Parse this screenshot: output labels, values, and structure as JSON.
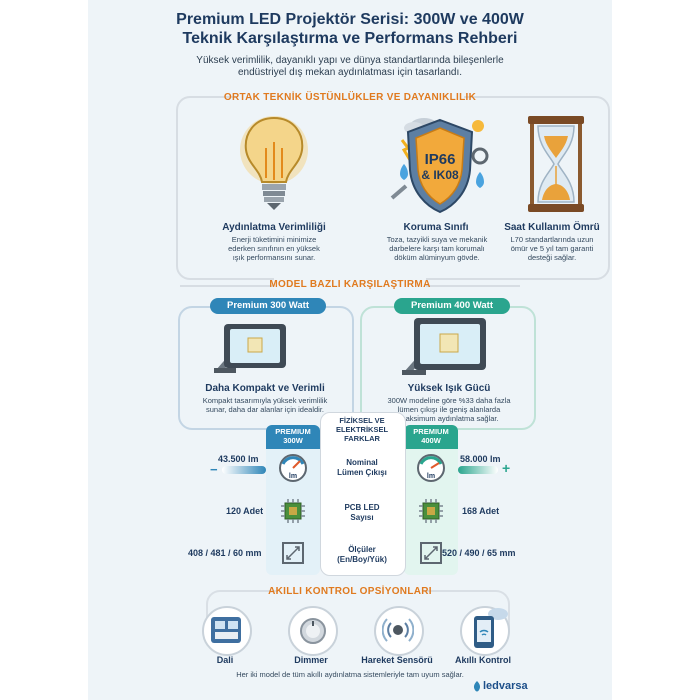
{
  "header": {
    "title_line1": "Premium LED Projektör Serisi: 300W ve 400W",
    "title_line2": "Teknik Karşılaştırma ve Performans Rehberi",
    "subtitle_line1": "Yüksek verimlilik, dayanıklı yapı ve dünya standartlarında bileşenlerle",
    "subtitle_line2": "endüstriyel dış mekan aydınlatması için tasarlandı."
  },
  "common": {
    "heading": "ORTAK TEKNİK ÜSTÜNLÜKLER VE DAYANIKLILIK",
    "shield_line1": "IP66",
    "shield_line2": "& IK08",
    "features": [
      {
        "title": "Aydınlatma Verimliliği",
        "desc1": "Enerji tüketimini minimize",
        "desc2": "ederken sınıfının en yüksek",
        "desc3": "ışık performansını sunar."
      },
      {
        "title": "Koruma Sınıfı",
        "desc1": "Toza, tazyikli suya ve mekanik",
        "desc2": "darbelere karşı tam korumalı",
        "desc3": "döküm alüminyum gövde."
      },
      {
        "title": "Saat Kullanım Ömrü",
        "desc1": "L70 standartlarında uzun",
        "desc2": "ömür ve 5 yıl tam garanti",
        "desc3": "desteği sağlar."
      }
    ]
  },
  "comparison": {
    "heading": "MODEL BAZLI KARŞILAŞTIRMA",
    "left_pill": "Premium 300 Watt",
    "right_pill": "Premium 400 Watt",
    "left_title": "Daha Kompakt ve Verimli",
    "left_desc1": "Kompakt tasarımıyla yüksek verimlilik",
    "left_desc2": "sunar, daha dar alanlar için idealdir.",
    "right_title": "Yüksek Işık Gücü",
    "right_desc1": "300W modeline göre %33 daha fazla",
    "right_desc2": "lümen çıkışı ile geniş alanlarda",
    "right_desc3": "maksimum aydınlatma sağlar.",
    "center_head1": "FİZİKSEL VE",
    "center_head2": "ELEKTRİKSEL",
    "center_head3": "FARKLAR",
    "col_left_head1": "PREMIUM",
    "col_left_head2": "300W",
    "col_right_head1": "PREMIUM",
    "col_right_head2": "400W",
    "lm_icon_label": "lm",
    "minus_sign": "−",
    "plus_sign": "+",
    "rows": [
      {
        "label1": "Nominal",
        "label2": "Lümen Çıkışı",
        "left": "43.500 lm",
        "right": "58.000 lm"
      },
      {
        "label1": "PCB LED",
        "label2": "Sayısı",
        "left": "120 Adet",
        "right": "168 Adet"
      },
      {
        "label1": "Ölçüler",
        "label2": "(En/Boy/Yük)",
        "left": "408 / 481 / 60 mm",
        "right": "520 / 490 / 65 mm"
      }
    ],
    "colors": {
      "blue": "#2f86b8",
      "teal": "#2aa58e"
    }
  },
  "controls": {
    "heading": "AKILLI KONTROL OPSİYONLARI",
    "items": [
      {
        "label": "Dali",
        "icon": "dali-panel-icon"
      },
      {
        "label": "Dimmer",
        "icon": "dimmer-knob-icon"
      },
      {
        "label": "Hareket Sensörü",
        "icon": "motion-sensor-icon"
      },
      {
        "label": "Akıllı Kontrol",
        "icon": "smartphone-wifi-icon"
      }
    ]
  },
  "footer": {
    "text": "Her iki model de tüm akıllı aydınlatma sistemleriyle tam uyum sağlar.",
    "brand": "ledvarsa"
  }
}
